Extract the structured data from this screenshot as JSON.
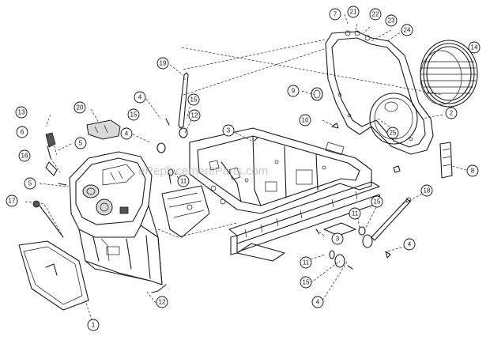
{
  "watermark": "eReplacementParts.com",
  "callouts": [
    "7",
    "21",
    "22",
    "23",
    "24",
    "14",
    "19",
    "9",
    "2",
    "4",
    "15",
    "12",
    "3",
    "10",
    "25",
    "13",
    "20",
    "6",
    "5",
    "16",
    "11",
    "8",
    "17",
    "18",
    "1"
  ]
}
